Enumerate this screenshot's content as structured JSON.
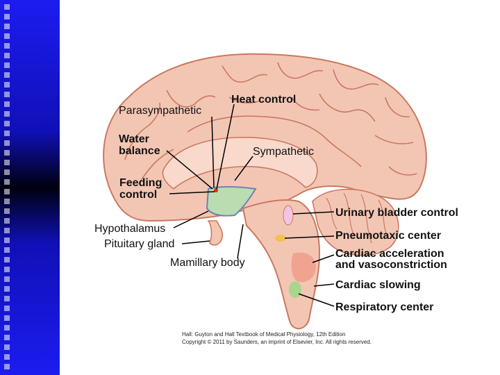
{
  "colors": {
    "sidebar": "#1414d8",
    "brain_fill": "#f3c6b4",
    "brain_outline": "#c97860",
    "hypothalamus_fill": "#b9ddb0",
    "hypothalamus_outline": "#6f7fb8",
    "pons_fill": "#f0a490",
    "pneumotaxic": "#f2c24a",
    "respiratory": "#a8d68c",
    "bladder": "#f2c6e2",
    "leader": "#000000"
  },
  "labels": {
    "heat_control": "Heat control",
    "parasympathetic": "Parasympathetic",
    "water_balance_1": "Water",
    "water_balance_2": "balance",
    "sympathetic": "Sympathetic",
    "feeding_control_1": "Feeding",
    "feeding_control_2": "control",
    "hypothalamus": "Hypothalamus",
    "pituitary_gland": "Pituitary gland",
    "mamillary_body": "Mamillary body",
    "urinary_bladder_control": "Urinary bladder control",
    "pneumotaxic_center": "Pneumotaxic center",
    "cardiac_acceleration_1": "Cardiac acceleration",
    "cardiac_acceleration_2": "and vasoconstriction",
    "cardiac_slowing": "Cardiac slowing",
    "respiratory_center": "Respiratory center"
  },
  "credit": {
    "line1": "Hall: Guyton and Hall Textbook of Medical Physiology, 12th Edition",
    "line2": "Copyright © 2011 by Saunders, an imprint of Elsevier, Inc. All rights reserved."
  }
}
